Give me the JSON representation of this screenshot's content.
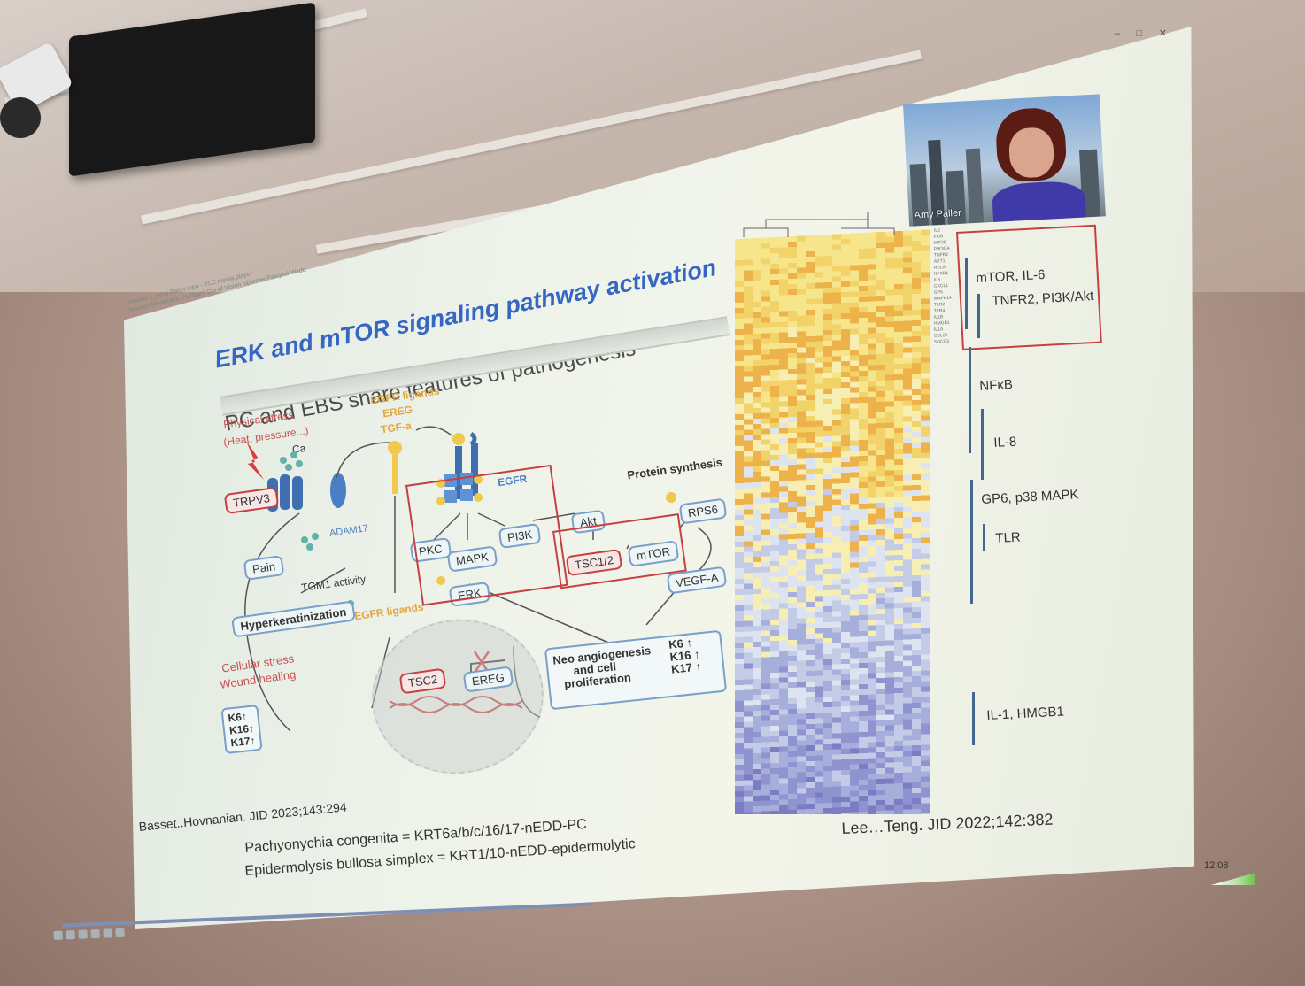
{
  "player": {
    "window_title": "Session 1_Amy Paller.mp4 - VLC media player",
    "window_subtitle": "Session Moderator: Hubbard Dundl Vision Sparrow Pasqual Wadd",
    "clock": "12:08",
    "window_controls": [
      "–",
      "□",
      "✕"
    ]
  },
  "slide": {
    "title": "ERK and mTOR signaling pathway activation",
    "subtitle": "PC and EBS share features of pathogenesis",
    "diagram": {
      "physical_stress": "Physical stress",
      "physical_stress_detail": "(Heat, pressure...)",
      "ca": "Ca",
      "egfr_ligands_title": "EGFR ligands",
      "ereg_top": "EREG",
      "tgfa": "TGF-a",
      "trpv3": "TRPV3",
      "adam17": "ADAM17",
      "egfr": "EGFR",
      "pain": "Pain",
      "pkc": "PKC",
      "mapk": "MAPK",
      "pi3k": "PI3K",
      "akt": "Akt",
      "tsc12": "TSC1/2",
      "mtor": "mTOR",
      "rps6": "RPS6",
      "protein_synthesis": "Protein synthesis",
      "vegfa": "VEGF-A",
      "erk": "ERK",
      "tgm1": "TGM1 activity",
      "hyperkeratinization": "Hyperkeratinization",
      "egfr_ligands_bottom": "EGFR ligands",
      "tsc2": "TSC2",
      "ereg_gene": "EREG",
      "cellular_stress": "Cellular stress",
      "wound_healing": "Wound healing",
      "neo_line1": "Neo angiogenesis",
      "neo_line2": "and cell",
      "neo_line3": "proliferation",
      "k_right": [
        "K6",
        "K16",
        "K17"
      ],
      "k_left": [
        "K6",
        "K16",
        "K17"
      ],
      "arrow_up": "↑"
    },
    "ref_left": "Basset..Hovnanian. JID 2023;143:294",
    "ref_right": "Lee…Teng. JID 2022;142:382",
    "footnote_1": "Pachyonychia congenita = KRT6a/b/c/16/17-nEDD-PC",
    "footnote_2": "Epidermolysis bullosa simplex = KRT1/10-nEDD-epidermolytic",
    "heatmap_labels": [
      "mTOR, IL-6",
      "TNFR2, PI3K/Akt",
      "NFκB",
      "IL-8",
      "GP6, p38 MAPK",
      "TLR",
      "IL-1, HMGB1"
    ],
    "speaker_name": "Amy Paller"
  }
}
